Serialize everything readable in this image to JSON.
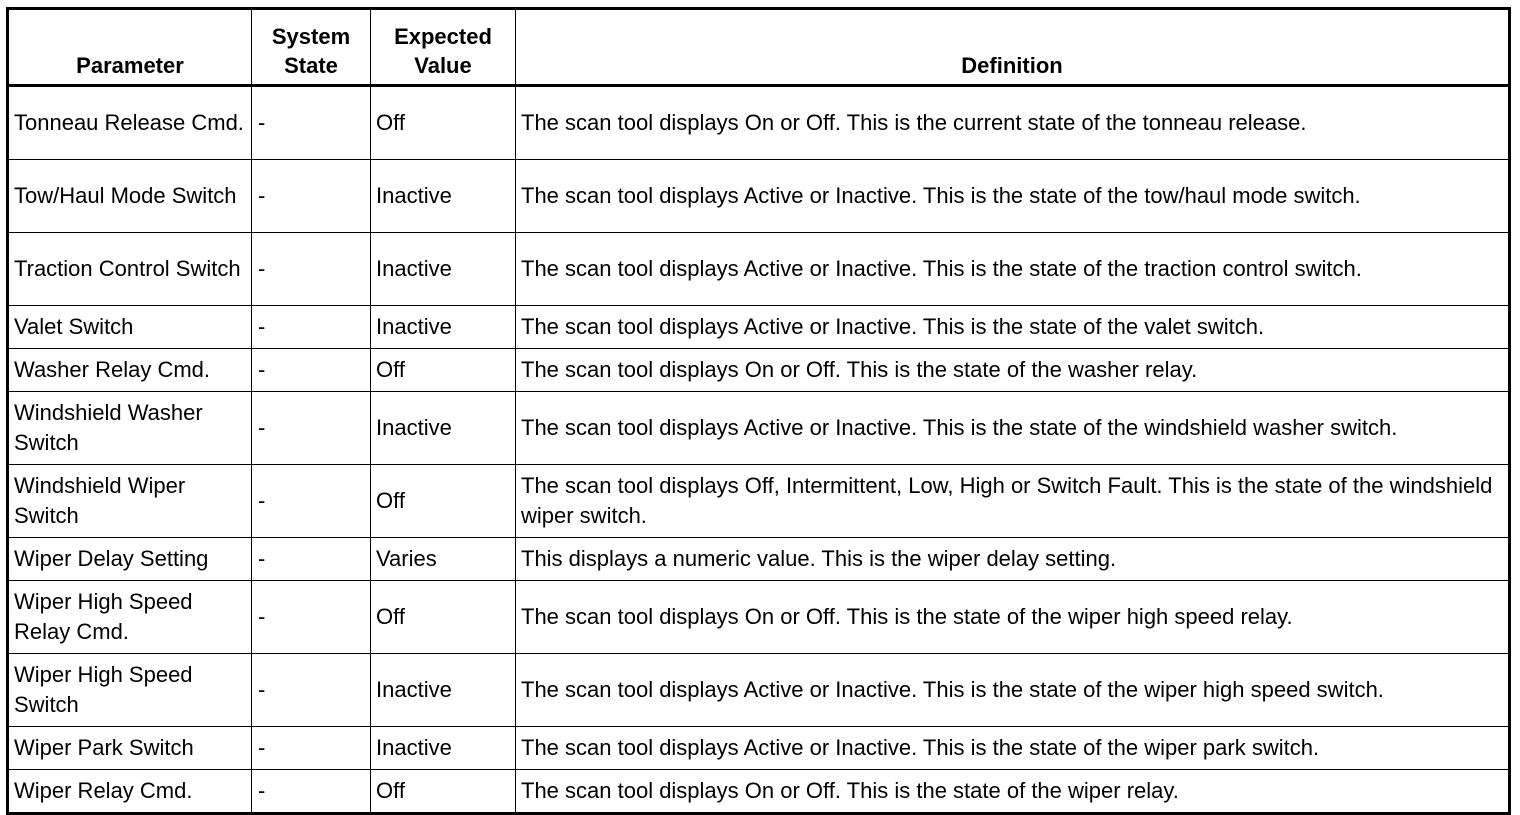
{
  "headers": {
    "parameter": "Parameter",
    "system_state": "System State",
    "expected_value": "Expected Value",
    "definition": "Definition"
  },
  "rows": [
    {
      "parameter": "Tonneau Release Cmd.",
      "state": "-",
      "expected": "Off",
      "definition": "The scan tool displays On or Off. This is the current state of the tonneau release."
    },
    {
      "parameter": "Tow/Haul Mode Switch",
      "state": "-",
      "expected": "Inactive",
      "definition": "The scan tool displays Active or Inactive. This is the state of the tow/haul mode switch."
    },
    {
      "parameter": "Traction Control Switch",
      "state": "-",
      "expected": "Inactive",
      "definition": "The scan tool displays Active or Inactive. This is the state of the traction control switch."
    },
    {
      "parameter": "Valet Switch",
      "state": "-",
      "expected": "Inactive",
      "definition": "The scan tool displays Active or Inactive. This is the state of the valet switch."
    },
    {
      "parameter": "Washer Relay Cmd.",
      "state": "-",
      "expected": "Off",
      "definition": "The scan tool displays On or Off. This is the state of the washer relay."
    },
    {
      "parameter": "Windshield Washer Switch",
      "state": "-",
      "expected": "Inactive",
      "definition": "The scan tool displays Active or Inactive. This is the state of the windshield washer switch."
    },
    {
      "parameter": "Windshield Wiper Switch",
      "state": "-",
      "expected": "Off",
      "definition": "The scan tool displays Off, Intermittent, Low, High or Switch Fault. This is the state of the windshield wiper switch."
    },
    {
      "parameter": "Wiper Delay Setting",
      "state": "-",
      "expected": "Varies",
      "definition": "This displays a numeric value. This is the wiper delay setting."
    },
    {
      "parameter": "Wiper High Speed Relay Cmd.",
      "state": "-",
      "expected": "Off",
      "definition": "The scan tool displays On or Off. This is the state of the wiper high speed relay."
    },
    {
      "parameter": "Wiper High Speed Switch",
      "state": "-",
      "expected": "Inactive",
      "definition": "The scan tool displays Active or Inactive. This is the state of the wiper high speed switch."
    },
    {
      "parameter": "Wiper Park Switch",
      "state": "-",
      "expected": "Inactive",
      "definition": "The scan tool displays Active or Inactive. This is the state of the wiper park switch."
    },
    {
      "parameter": "Wiper Relay Cmd.",
      "state": "-",
      "expected": "Off",
      "definition": "The scan tool displays On or Off. This is the state of the wiper relay."
    }
  ]
}
